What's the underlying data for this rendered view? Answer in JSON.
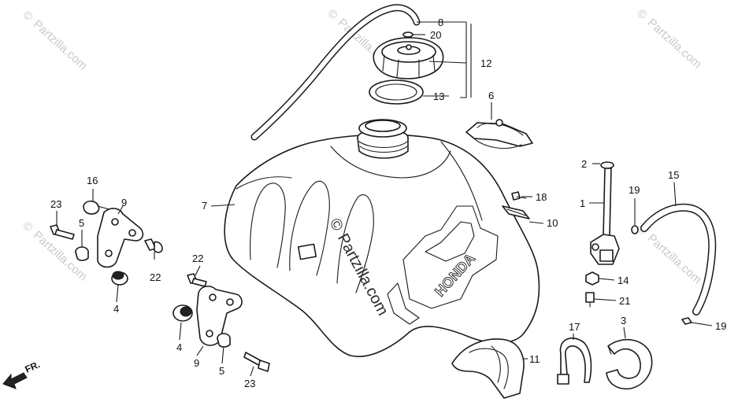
{
  "watermarks": {
    "text": "Partzilla.com",
    "symbol": "©"
  },
  "direction": {
    "label": "FR."
  },
  "callouts": {
    "c8": "8",
    "c20": "20",
    "c12": "12",
    "c13": "13",
    "c6": "6",
    "c7": "7",
    "c16": "16",
    "c9a": "9",
    "c23a": "23",
    "c5a": "5",
    "c22a": "22",
    "c4a": "4",
    "c22b": "22",
    "c4b": "4",
    "c9b": "9",
    "c5b": "5",
    "c23b": "23",
    "c18": "18",
    "c10": "10",
    "c11": "11",
    "c2": "2",
    "c1": "1",
    "c19a": "19",
    "c15": "15",
    "c14": "14",
    "c21": "21",
    "c17": "17",
    "c3": "3",
    "c19b": "19"
  },
  "decal": {
    "brand": "HONDA"
  }
}
